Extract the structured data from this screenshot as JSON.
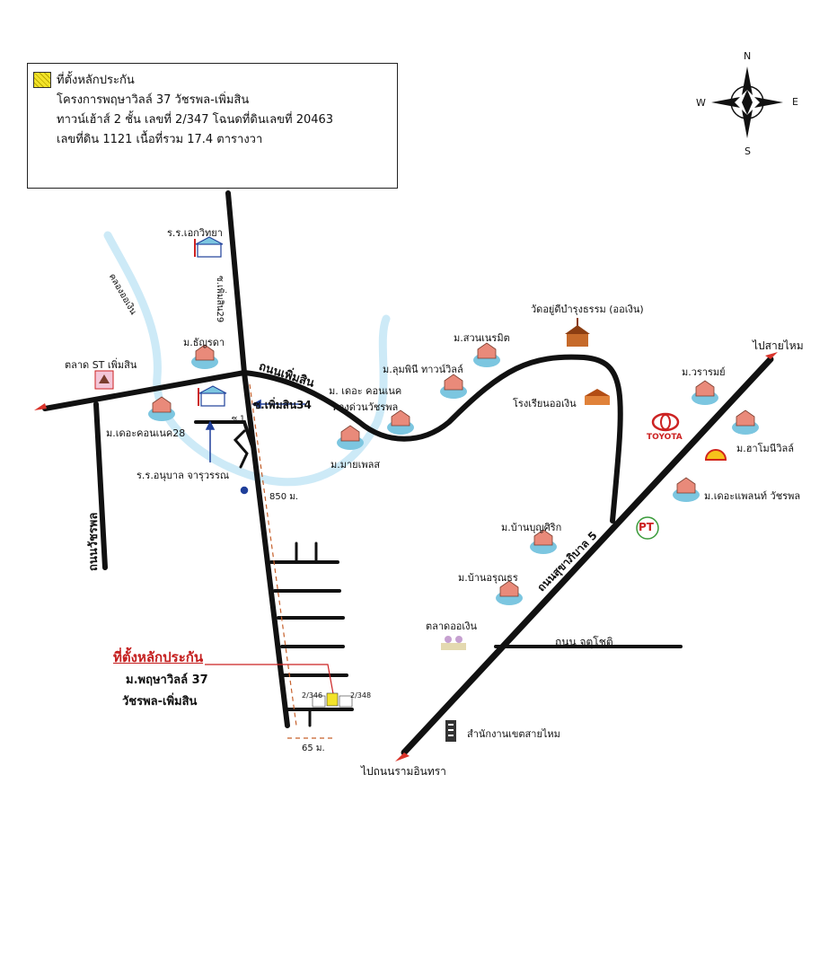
{
  "legend": {
    "title": "ที่ตั้งหลักประกัน",
    "line1": "โครงการพฤษาวิลล์ 37 วัชรพล-เพิ่มสิน",
    "line2": "ทาวน์เฮ้าส์ 2 ชั้น เลขที่ 2/347 โฉนดที่ดินเลขที่ 20463",
    "line3": "เลขที่ดิน 1121  เนื้อที่รวม 17.4 ตารางวา"
  },
  "compass": {
    "n": "N",
    "s": "S",
    "e": "E",
    "w": "W"
  },
  "roads": {
    "phermsin": "ถนนเพิ่มสิน",
    "watcharaphon": "ถนนวัชรพล",
    "sukhapiban5": "ถนนสุขาภิบาล 5",
    "jatuchot": "ถนน จตุโชติ",
    "soi29": "ซ.เพิ่มสิน29",
    "soi34": "ซ.เพิ่มสิน34",
    "canal": "คลองออเงิน",
    "to_saimai": "ไปสายไหม",
    "to_ramintra": "ไปถนนรามอินทรา",
    "soi1": "ซ.1"
  },
  "places": {
    "school_ekawit": "ร.ร.เอกวิทยา",
    "tanyada": "ม.ธัญรดา",
    "market_st": "ตลาด ST เพิ่มสิน",
    "connect28": "ม.เดอะคอนเนค28",
    "anuban": "ร.ร.อนุบาล จารุวรรณ",
    "wat": "วัดอยู่ดีบำรุงธรรม (ออเงิน)",
    "suan_nermit": "ม.สวนเนรมิต",
    "lumpini": "ม.ลุมพินี ทาวน์วิลล์",
    "connect_wat": "ม. เดอะ คอนเนค",
    "connect_wat2": "ทางด่วนวัชรพล",
    "school_oengoen": "โรงเรียนออเงิน",
    "my_place": "ม.มายเพลส",
    "warami": "ม.วรารมย์",
    "harmony": "ม.ฮาโมนีวิลล์",
    "toyota": "TOYOTA",
    "the_plant": "ม.เดอะแพลนท์ วัชรพล",
    "bunsirik": "ม.บ้านบุญศิริก",
    "orasirin": "ม.บ้านอรุณธร",
    "market_oengoen": "ตลาดออเงิน",
    "district_office": "สำนักงานเขตสายไหม",
    "pt": "PT"
  },
  "distances": {
    "d850": "850 ม.",
    "d65": "65 ม."
  },
  "collateral": {
    "title": "ที่ตั้งหลักประกัน",
    "project": "ม.พฤษาวิลล์ 37",
    "area": "วัชรพล-เพิ่มสิน",
    "lot_left": "2/346",
    "lot_right": "2/348"
  },
  "colors": {
    "road": "#111111",
    "canal": "#cdeaf7",
    "highlight": "#f3e32a",
    "arrow_red": "#d9342b",
    "dashed": "#c6602b",
    "pointer_blue": "#1f3f9a"
  },
  "icons": [
    "compass-rose-icon",
    "house-icon",
    "school-icon",
    "temple-icon",
    "market-icon",
    "toyota-logo-icon",
    "shell-logo-icon",
    "pt-logo-icon",
    "office-building-icon"
  ]
}
